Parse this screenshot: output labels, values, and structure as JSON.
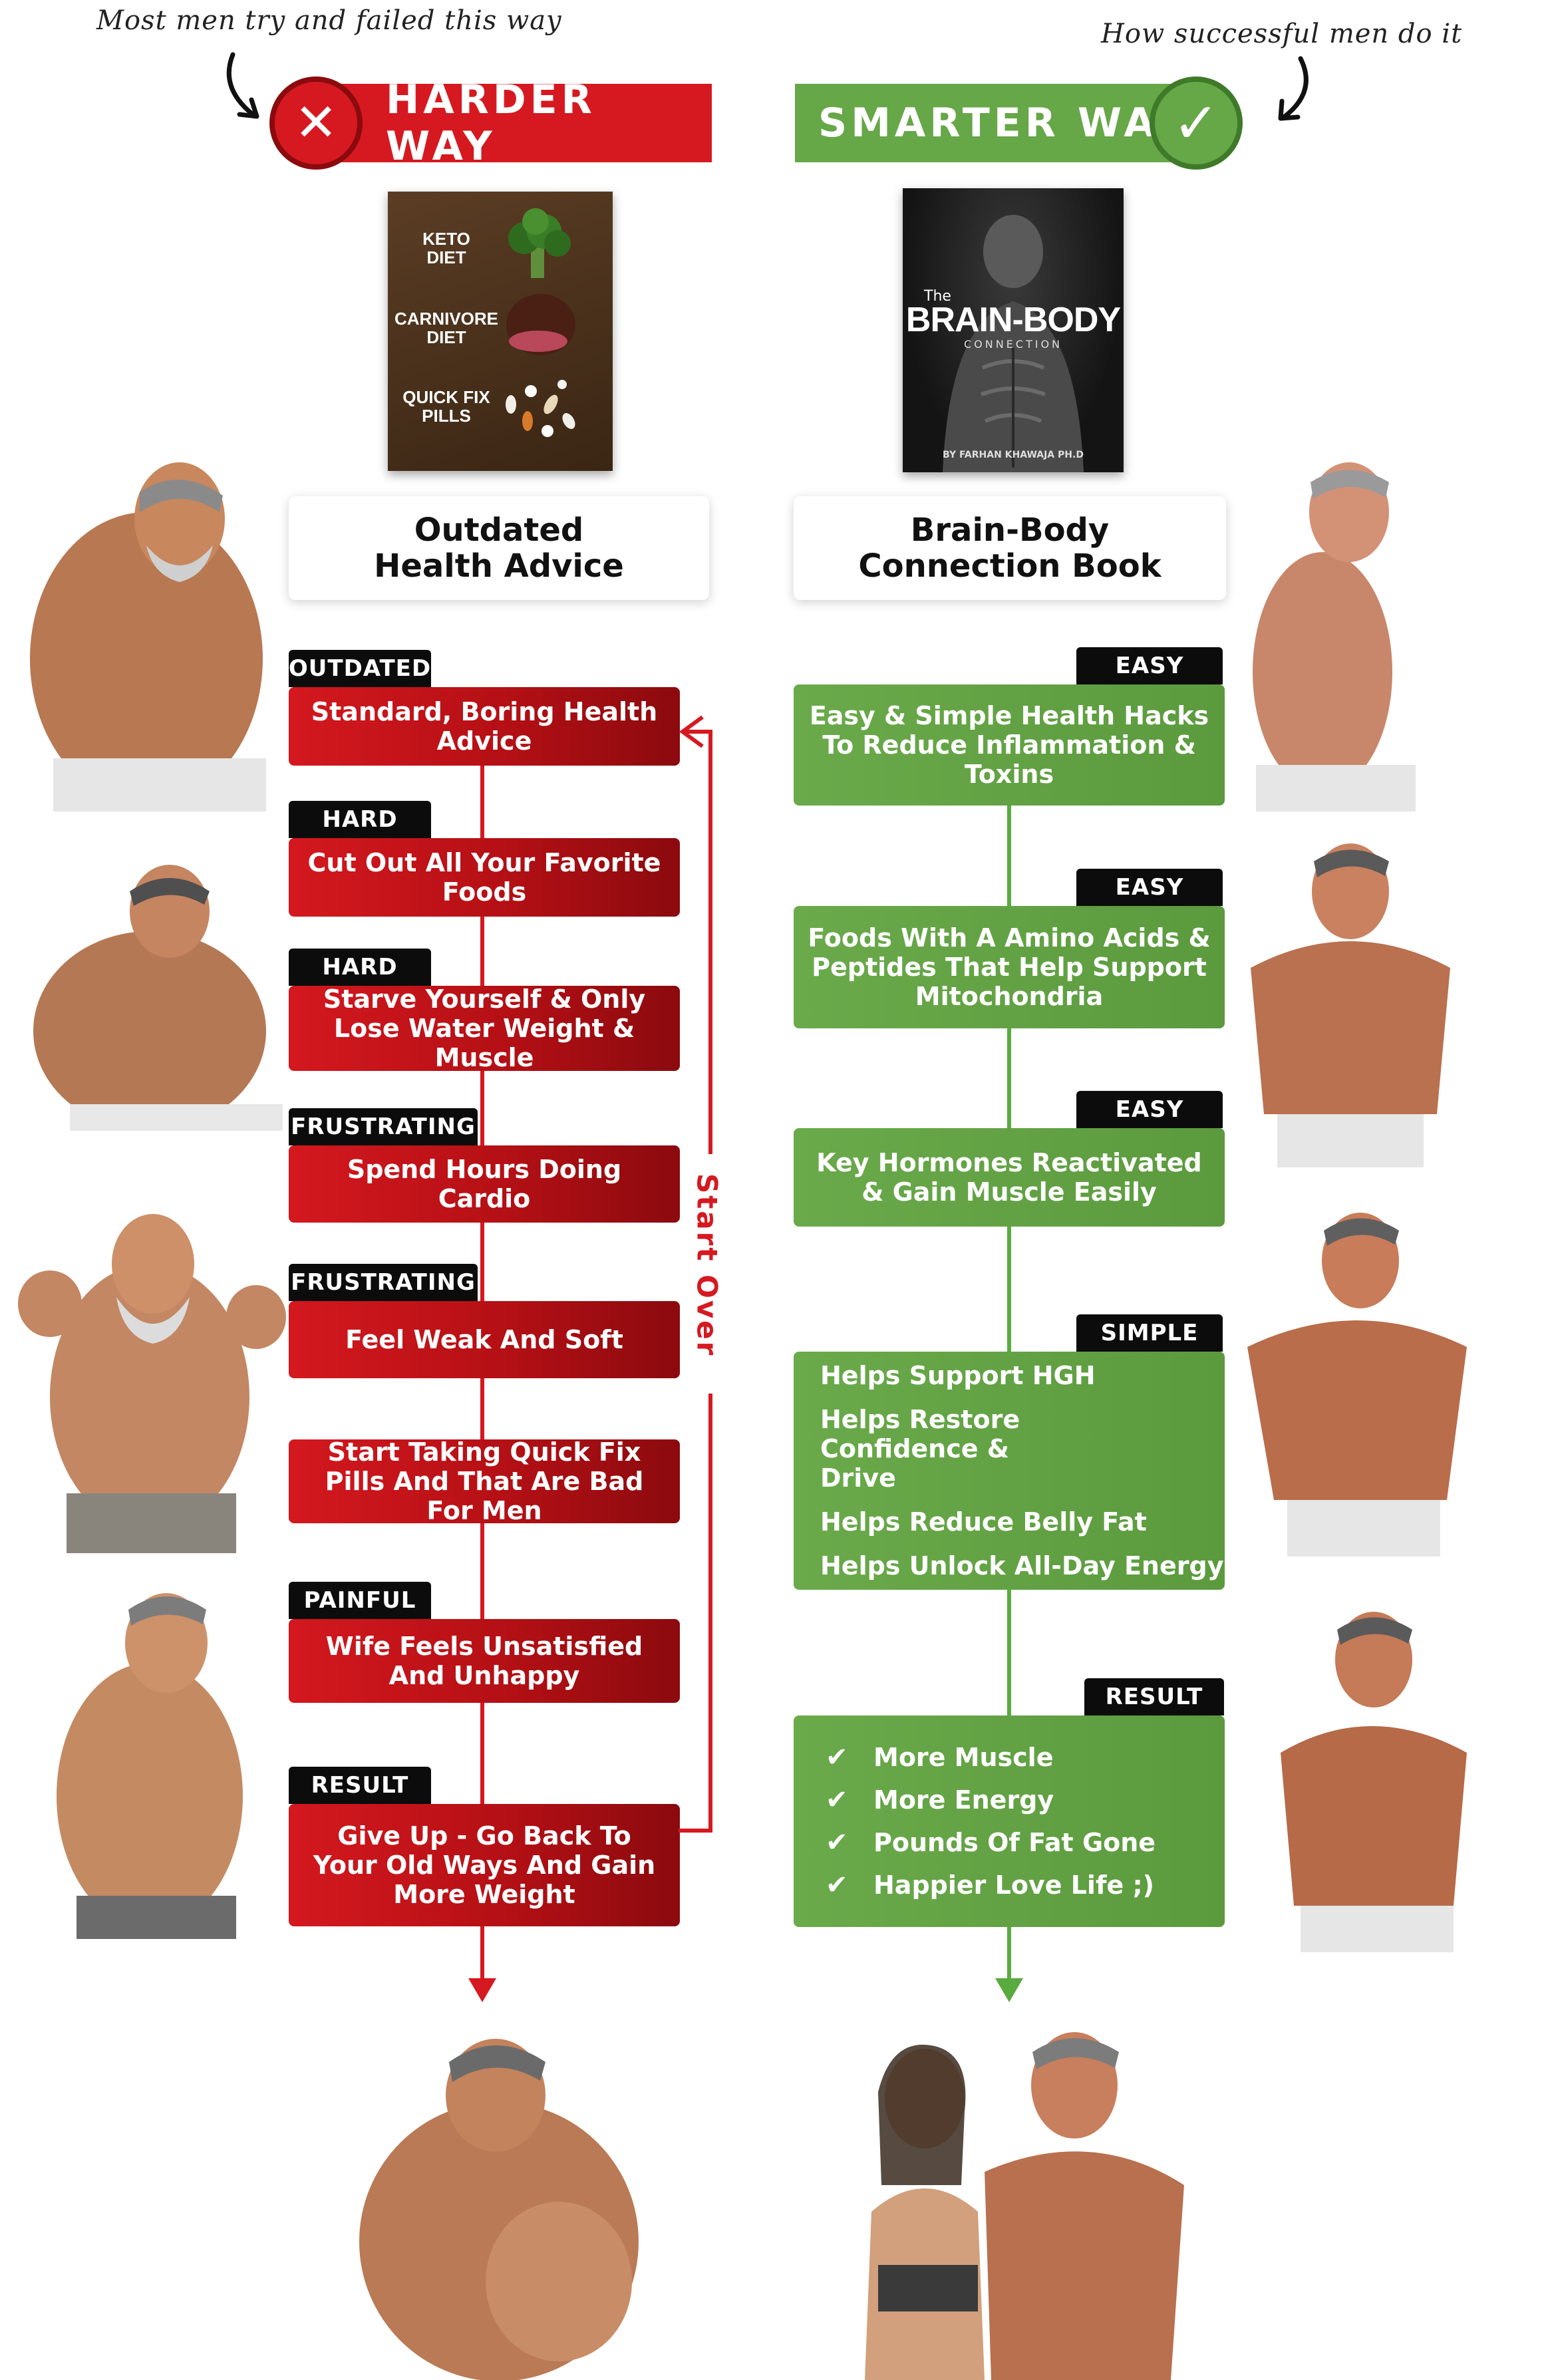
{
  "header": {
    "left_note": "Most men try and failed this way",
    "right_note": "How successful men do it",
    "left_banner": "HARDER WAY",
    "right_banner": "SMARTER WAY",
    "left_symbol": "✕",
    "right_symbol": "✓"
  },
  "left_book": {
    "lines": [
      "KETO\nDIET",
      "CARNIVORE\nDIET",
      "QUICK FIX\nPILLS"
    ],
    "card_title": "Outdated Health Advice"
  },
  "right_book": {
    "the": "The",
    "title": "BRAIN-BODY",
    "subtitle": "CONNECTION",
    "author": "BY FARHAN KHAWAJA PH.D",
    "card_title": "Brain-Body Connection Book"
  },
  "left_steps": [
    {
      "tag": "OUTDATED",
      "text": "Standard, Boring Health Advice"
    },
    {
      "tag": "HARD",
      "text": "Cut Out All Your Favorite Foods"
    },
    {
      "tag": "HARD",
      "text": "Starve Yourself & Only Lose Water Weight & Muscle"
    },
    {
      "tag": "FRUSTRATING",
      "text": "Spend Hours Doing Cardio"
    },
    {
      "tag": "FRUSTRATING",
      "text": "Feel Weak And Soft"
    },
    {
      "tag": "",
      "text": "Start Taking Quick Fix Pills And That Are Bad For Men"
    },
    {
      "tag": "PAINFUL",
      "text": "Wife Feels Unsatisfied And Unhappy"
    },
    {
      "tag": "RESULT",
      "text": "Give Up - Go Back To Your Old Ways And Gain More Weight"
    }
  ],
  "loop_label": "Start Over",
  "right_steps": [
    {
      "tag": "EASY",
      "text": "Easy & Simple Health Hacks To Reduce Inflammation & Toxins"
    },
    {
      "tag": "EASY",
      "text": "Foods With A Amino Acids & Peptides That Help Support Mitochondria"
    },
    {
      "tag": "EASY",
      "text": "Key Hormones Reactivated & Gain Muscle Easily"
    }
  ],
  "simple_box": {
    "tag": "SIMPLE",
    "items": [
      "Helps Support HGH",
      "Helps Restore Confidence & Drive",
      "Helps Reduce Belly Fat",
      "Helps Unlock All-Day Energy"
    ]
  },
  "result_box": {
    "tag": "RESULT",
    "check": "✔",
    "items": [
      "More Muscle",
      "More Energy",
      "Pounds Of Fat Gone",
      "Happier Love Life ;)"
    ]
  },
  "colors": {
    "red": "#d61920",
    "green": "#66a747",
    "dark_red": "#8b0a0e",
    "tag_black": "#0c0c0c"
  }
}
